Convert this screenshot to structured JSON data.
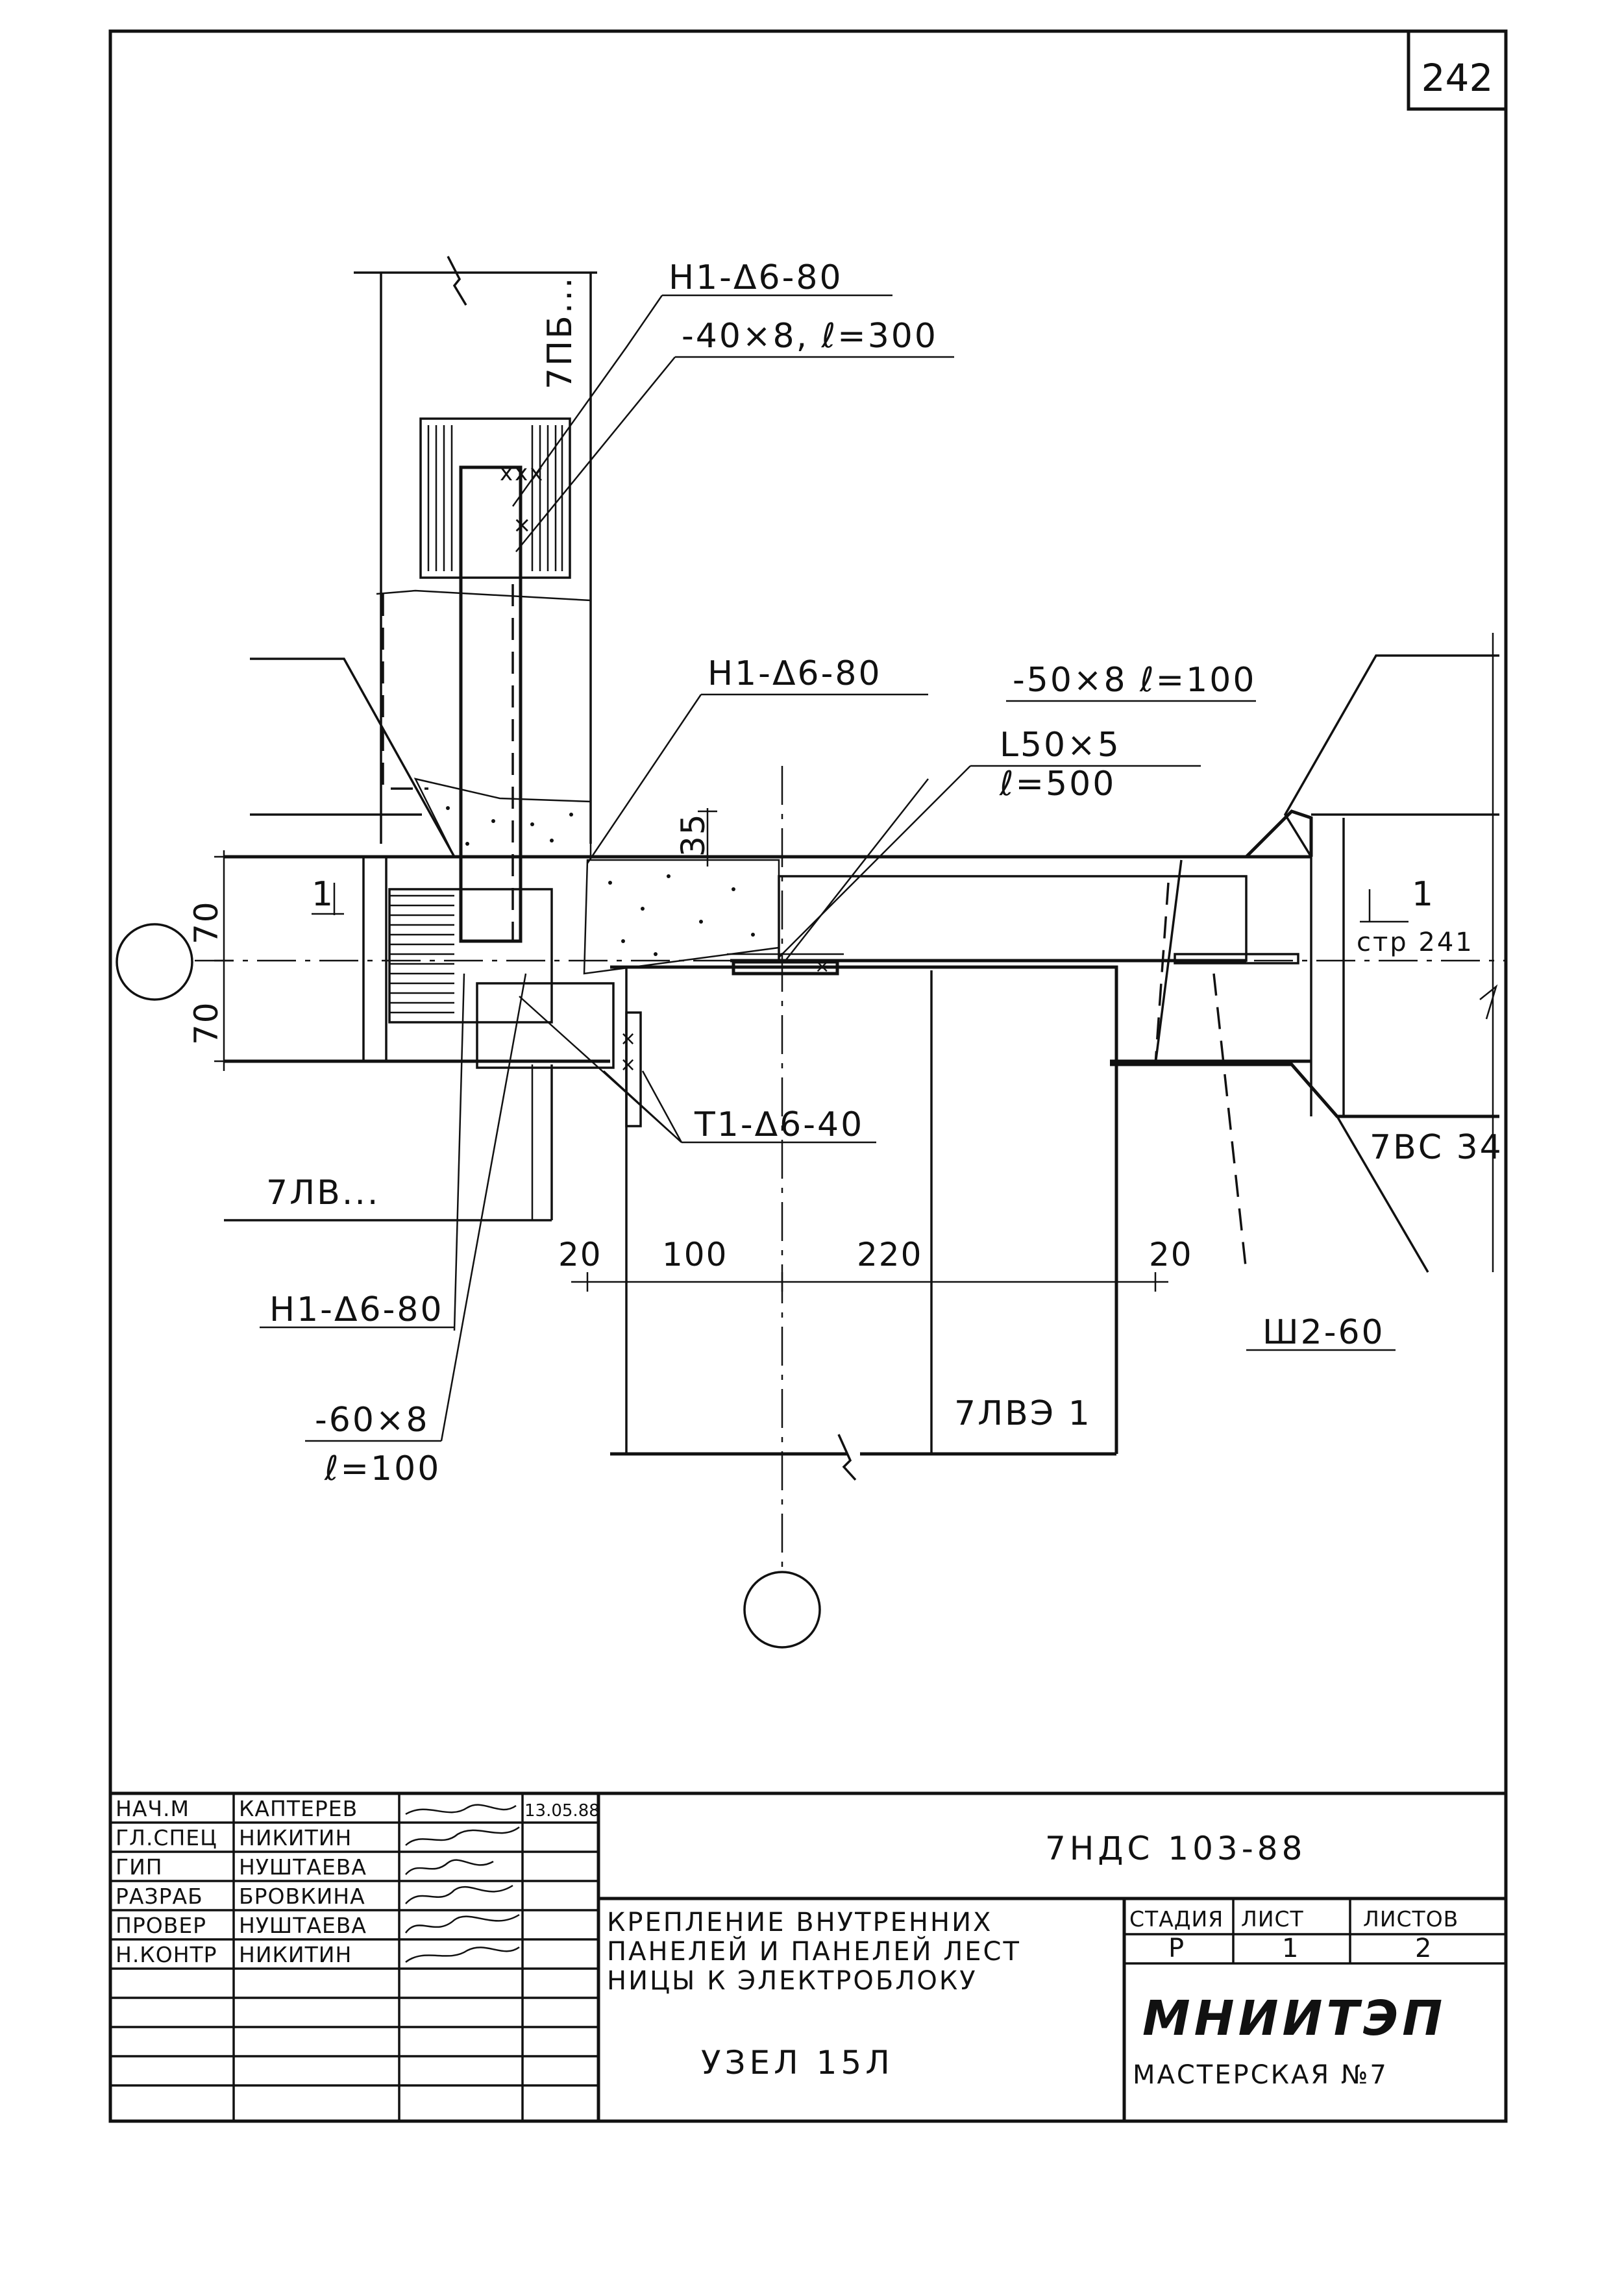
{
  "sheet_number": "242",
  "labels": {
    "weld_top": "Н1-Δ6-80",
    "plate_top": "-40×8, ℓ=300",
    "panel_top": "7ПБ...",
    "weld_mid": "Н1-Δ6-80",
    "plate_mid": "-50×8 ℓ=100",
    "angle_1": "L50×5",
    "angle_2": "ℓ=500",
    "dim_35": "35",
    "dim_70_top": "70",
    "dim_70_bottom": "70",
    "section_mark_left": "1",
    "section_mark_right": "1",
    "section_ref": "стр 241",
    "weld_t1": "Т1-Δ6-40",
    "panel_left": "7ЛВ...",
    "panel_right": "7ВС 34",
    "dim_20_left": "20",
    "dim_100": "100",
    "dim_220": "220",
    "dim_20_right": "20",
    "weld_low": "Н1-Δ6-80",
    "weld_sh": "Ш2-60",
    "plate_low_1": "-60×8",
    "plate_low_2": "ℓ=100",
    "block_label": "7ЛВЭ 1"
  },
  "title_block": {
    "roles": [
      "НАЧ.М",
      "ГЛ.СПЕЦ",
      "ГИП",
      "РАЗРАБ",
      "ПРОВЕР",
      "Н.КОНТР"
    ],
    "names": [
      "КАПТЕРЕВ",
      "НИКИТИН",
      "НУШТАЕВА",
      "БРОВКИНА",
      "НУШТАЕВА",
      "НИКИТИН"
    ],
    "date": "13.05.88",
    "doc_code": "7НДС 103-88",
    "title_line1": "КРЕПЛЕНИЕ ВНУТРЕННИХ",
    "title_line2": "ПАНЕЛЕЙ И ПАНЕЛЕЙ ЛЕСТ",
    "title_line3": "НИЦЫ К ЭЛЕКТРОБЛОКУ",
    "node": "УЗЕЛ 15Л",
    "stage_header": "СТАДИЯ",
    "sheet_header": "ЛИСТ",
    "sheets_header": "ЛИСТОВ",
    "stage_value": "Р",
    "sheet_value": "1",
    "sheets_value": "2",
    "org": "МНИИТЭП",
    "workshop": "МАСТЕРСКАЯ №7"
  }
}
